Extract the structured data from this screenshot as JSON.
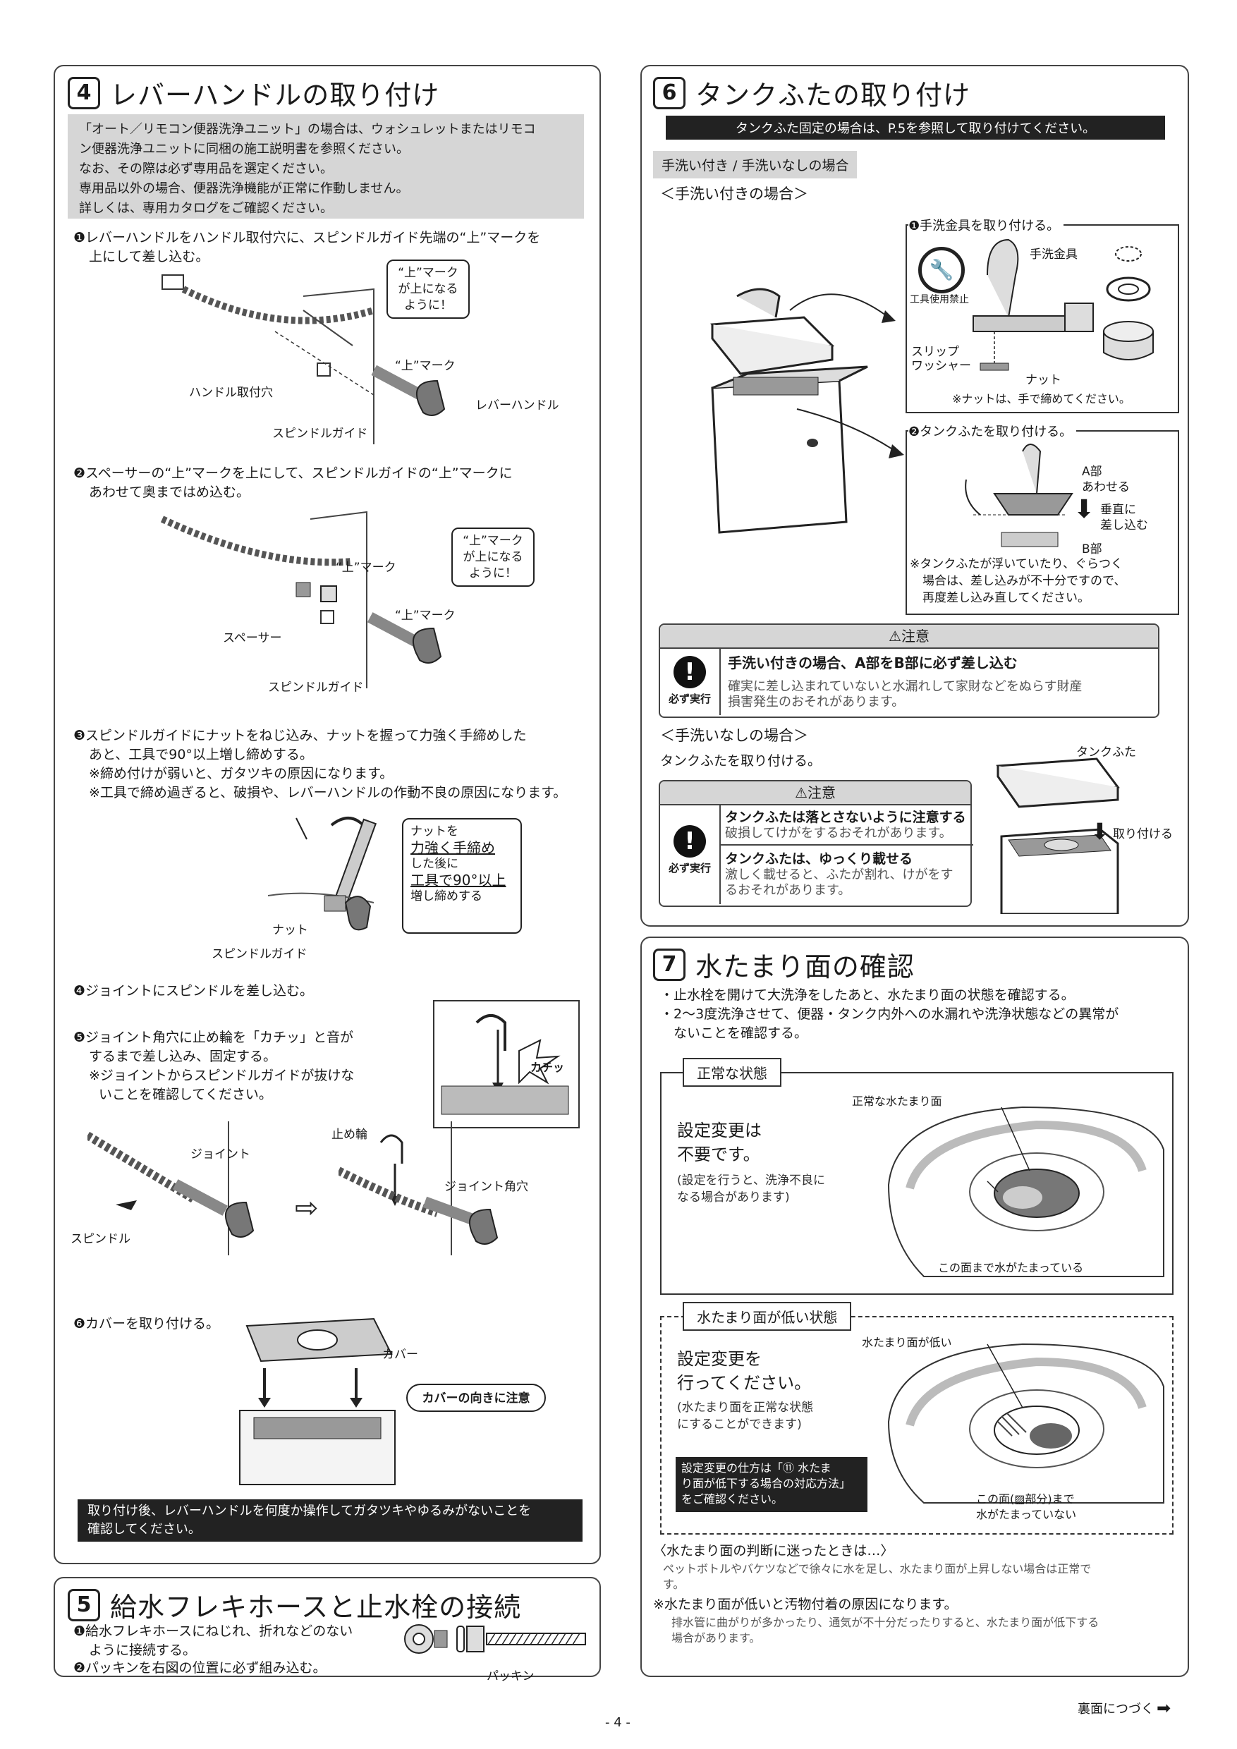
{
  "left": {
    "sec4": {
      "num": "4",
      "title": "レバーハンドルの取り付け",
      "notice": [
        "「オート／リモコン便器洗浄ユニット」の場合は、ウォシュレットまたはリモコ",
        "ン便器洗浄ユニットに同梱の施工説明書を参照ください。",
        "なお、その際は必ず専用品を選定ください。",
        "専用品以外の場合、便器洗浄機能が正常に作動しません。",
        "詳しくは、専用カタログをご確認ください。"
      ],
      "step1": [
        "❶レバーハンドルをハンドル取付穴に、スピンドルガイド先端の“上”マークを",
        "上にして差し込む。"
      ],
      "step1_callout": [
        "“上”マーク",
        "が上になる",
        "ように！"
      ],
      "step1_labels": {
        "mark": "“上”マーク",
        "hole": "ハンドル取付穴",
        "lever": "レバーハンドル",
        "guide": "スピンドルガイド"
      },
      "step2": [
        "❷スペーサーの“上”マークを上にして、スピンドルガイドの“上”マークに",
        "あわせて奥まではめ込む。"
      ],
      "step2_callout": [
        "“上”マーク",
        "が上になる",
        "ように！"
      ],
      "step2_labels": {
        "mark1": "“上”マーク",
        "mark2": "“上”マーク",
        "spacer": "スペーサー",
        "guide": "スピンドルガイド"
      },
      "step3": [
        "❸スピンドルガイドにナットをねじ込み、ナットを握って力強く手締めした",
        "あと、工具で90°以上増し締めする。",
        "※締め付けが弱いと、ガタツキの原因になります。",
        "※工具で締め過ぎると、破損や、レバーハンドルの作動不良の原因になります。"
      ],
      "step3_callout": [
        "ナットを",
        "力強く手締め",
        "した後に",
        "工具で90°以上",
        "増し締めする"
      ],
      "step3_labels": {
        "nut": "ナット",
        "guide": "スピンドルガイド"
      },
      "step4": "❹ジョイントにスピンドルを差し込む。",
      "step5": [
        "❺ジョイント角穴に止め輪を「カチッ」と音が",
        "するまで差し込み、固定する。",
        "※ジョイントからスピンドルガイドが抜けな",
        "いことを確認してください。"
      ],
      "step5_labels": {
        "joint": "ジョイント",
        "spindle": "スピンドル",
        "ring": "止め輪",
        "square": "ジョイント角穴",
        "click": "カチッ"
      },
      "step6": "❻カバーを取り付ける。",
      "step6_labels": {
        "cover": "カバー",
        "note": "カバーの向きに注意"
      },
      "final": [
        "取り付け後、レバーハンドルを何度か操作してガタツキやゆるみがないことを",
        "確認してください。"
      ]
    },
    "sec5": {
      "num": "5",
      "title": "給水フレキホースと止水栓の接続",
      "step1": [
        "❶給水フレキホースにねじれ、折れなどのない",
        "ように接続する。"
      ],
      "step2": "❷パッキンを右図の位置に必ず組み込む。",
      "packing": "パッキン"
    }
  },
  "right": {
    "sec6": {
      "num": "6",
      "title": "タンクふたの取り付け",
      "bar": "タンクふた固定の場合は、P.5を参照して取り付けてください。",
      "case_tag": "手洗い付き / 手洗いなしの場合",
      "with_wash": "＜手洗い付きの場合＞",
      "b1": "❶手洗金具を取り付ける。",
      "b1_labels": {
        "faucet": "手洗金具",
        "no_tool": "工具使用禁止",
        "slip": "スリップ",
        "washer": "ワッシャー",
        "nut": "ナット",
        "note": "※ナットは、手で締めてください。"
      },
      "b2": "❷タンクふたを取り付ける。",
      "b2_labels": {
        "a1": "A部",
        "a2": "あわせる",
        "v1": "垂直に",
        "v2": "差し込む",
        "b": "B部"
      },
      "b2_note": [
        "※タンクふたが浮いていたり、ぐらつく",
        "場合は、差し込みが不十分ですので、",
        "再度差し込み直してください。"
      ],
      "caution1": {
        "head": "⚠注意",
        "mandatory": "必ず実行",
        "title": "手洗い付きの場合、A部をB部に必ず差し込む",
        "body": [
          "確実に差し込まれていないと水漏れして家財などをぬらす財産",
          "損害発生のおそれがあります。"
        ]
      },
      "without_wash": "＜手洗いなしの場合＞",
      "without_text": "タンクふたを取り付ける。",
      "lid_label": "タンクふた",
      "attach_label": "取り付ける",
      "caution2": {
        "head": "⚠注意",
        "mandatory": "必ず実行",
        "t1": "タンクふたは落とさないように注意する",
        "b1": "破損してけがをするおそれがあります。",
        "t2": "タンクふたは、ゆっくり載せる",
        "b2": [
          "激しく載せると、ふたが割れ、けがをす",
          "るおそれがあります。"
        ]
      }
    },
    "sec7": {
      "num": "7",
      "title": "水たまり面の確認",
      "bullets": [
        "・止水栓を開けて大洗浄をしたあと、水たまり面の状態を確認する。",
        "・2～3度洗浄させて、便器・タンク内外への水漏れや洗浄状態などの異常が",
        "　ないことを確認する。"
      ],
      "normal": {
        "tag": "正常な状態",
        "l1": "設定変更は",
        "l2": "不要です。",
        "n1": "(設定を行うと、洗浄不良に",
        "n2": " なる場合があります)",
        "top": "正常な水たまり面",
        "bottom": "この面まで水がたまっている"
      },
      "low": {
        "tag": "水たまり面が低い状態",
        "l1": "設定変更を",
        "l2": "行ってください。",
        "n1": "(水たまり面を正常な状態",
        "n2": " にすることができます)",
        "box": [
          "設定変更の仕方は「⑪ 水たま",
          "り面が低下する場合の対応方法」",
          "をご確認ください。"
        ],
        "top": "水たまり面が低い",
        "b1": "この面(▨部分)まで",
        "b2": "水がたまっていない"
      },
      "hint_title": "〈水たまり面の判断に迷ったときは…〉",
      "hint": [
        "ペットボトルやバケツなどで徐々に水を足し、水たまり面が上昇しない場合は正常で",
        "す。"
      ],
      "cause_title": "※水たまり面が低いと汚物付着の原因になります。",
      "cause": [
        "排水管に曲がりが多かったり、通気が不十分だったりすると、水たまり面が低下する",
        "場合があります。"
      ]
    }
  },
  "footer": {
    "next": "裏面につづく",
    "page": "- 4 -"
  }
}
